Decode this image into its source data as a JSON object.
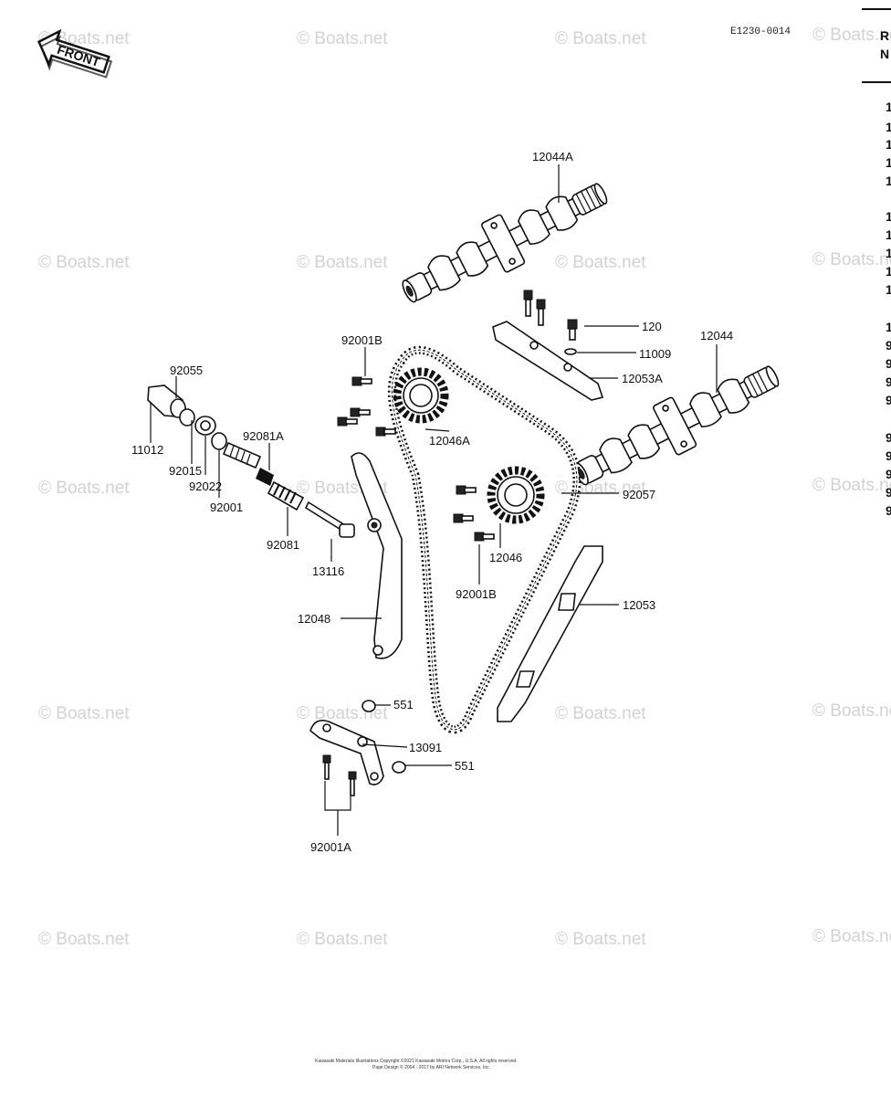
{
  "reference_code": "E1230-0014",
  "front_badge": "FRONT",
  "watermark": "© Boats.net",
  "side_column": {
    "header_lines": [
      "R",
      "N"
    ],
    "digits": [
      "1",
      "1",
      "1",
      "1",
      "1",
      "1",
      "1",
      "1",
      "1",
      "1",
      "1",
      "9",
      "9",
      "9",
      "9",
      "9",
      "9",
      "9",
      "9",
      "9"
    ]
  },
  "labels": {
    "12044A": "12044A",
    "12044": "12044",
    "120": "120",
    "11009": "11009",
    "12053A": "12053A",
    "92001B_top": "92001B",
    "92001B_bottom": "92001B",
    "12046A": "12046A",
    "12046": "12046",
    "92057": "92057",
    "12053": "12053",
    "92055": "92055",
    "11012": "11012",
    "92015": "92015",
    "92022": "92022",
    "92081A": "92081A",
    "92001": "92001",
    "92081": "92081",
    "13116": "13116",
    "12048": "12048",
    "551_top": "551",
    "551_bottom": "551",
    "13091": "13091",
    "92001A": "92001A"
  },
  "footer_lines": [
    "Kawasaki Materials Illustrations Copyright ©2021 Kawasaki Motors Corp., U.S.A. All rights reserved.",
    "Page Design © 2004 - 2017 by ARI Network Services, Inc."
  ]
}
